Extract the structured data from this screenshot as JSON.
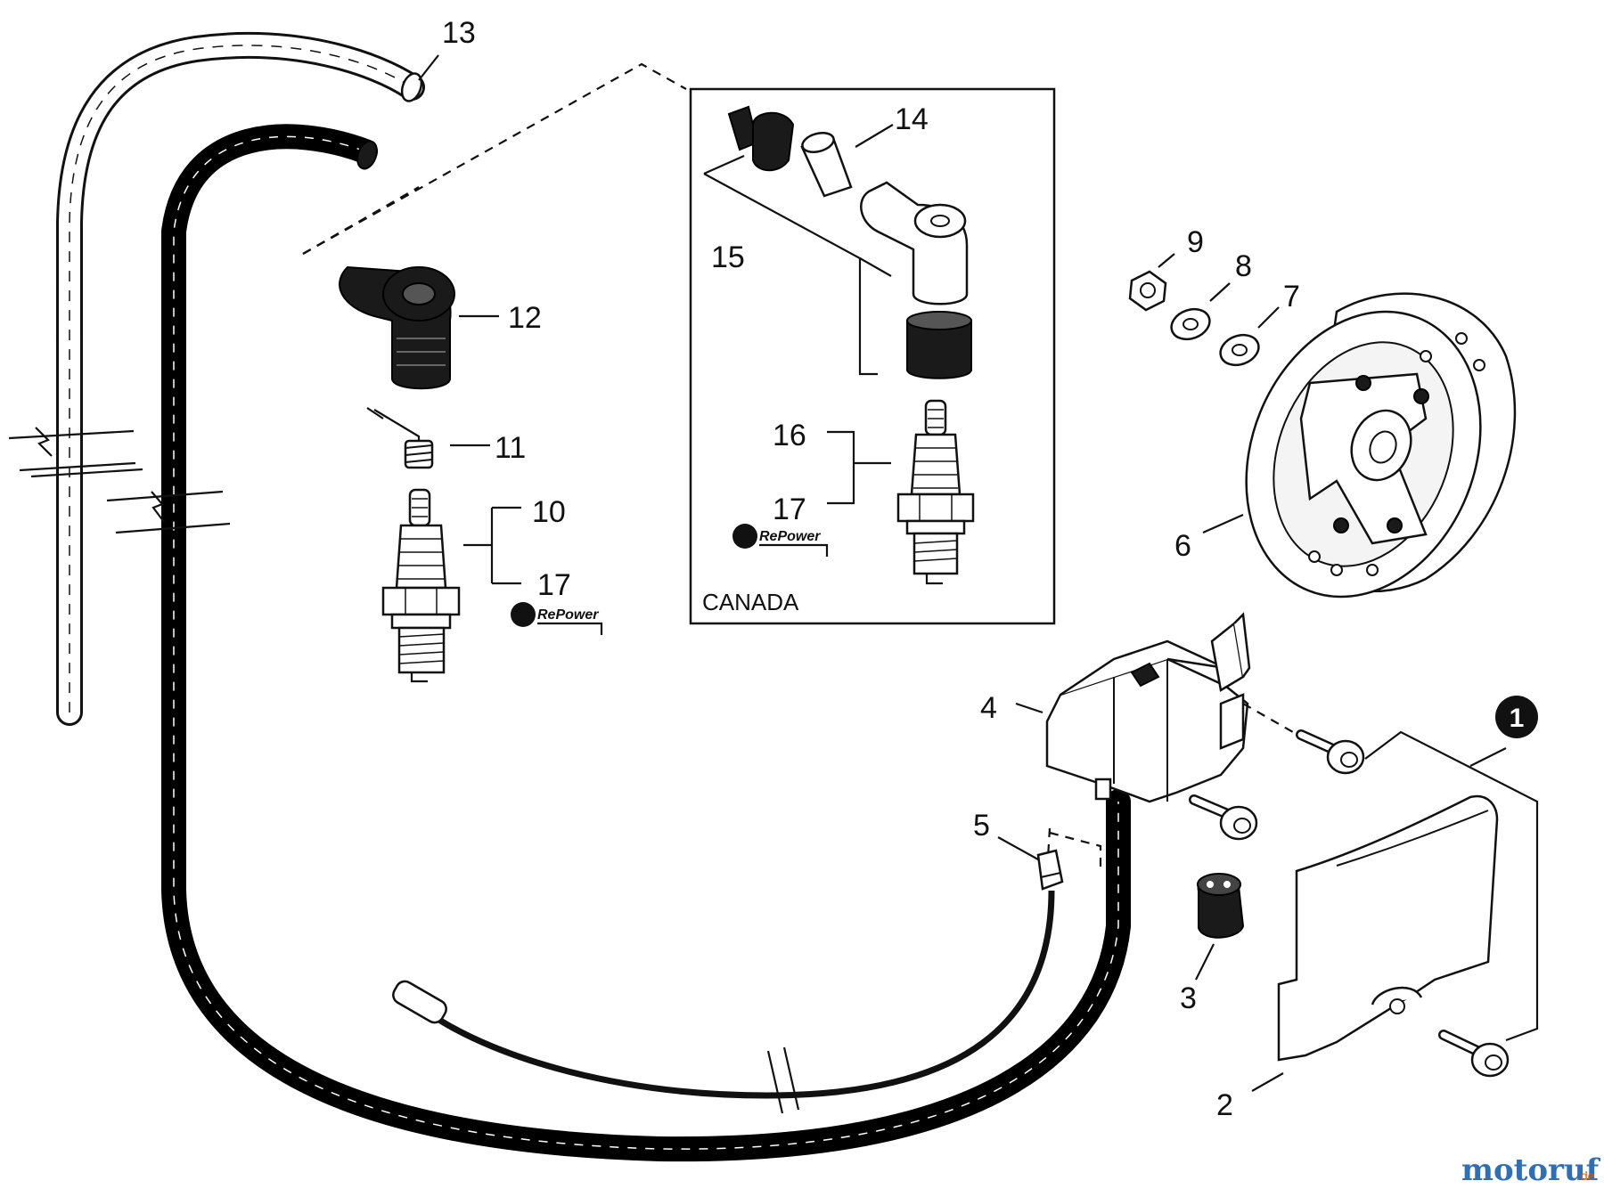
{
  "labels": {
    "p1": "1",
    "p2": "2",
    "p3": "3",
    "p4": "4",
    "p5": "5",
    "p6": "6",
    "p7": "7",
    "p8": "8",
    "p9": "9",
    "p10": "10",
    "p11": "11",
    "p12": "12",
    "p13": "13",
    "p14": "14",
    "p15": "15",
    "p16": "16",
    "p17a": "17",
    "p17b": "17"
  },
  "inset": {
    "region_label": "CANADA"
  },
  "repower": {
    "logo_text_1": "RePower",
    "logo_text_2": "RePower"
  },
  "watermark": {
    "main": "motoruf",
    "tld": ".de"
  },
  "colors": {
    "ink": "#111111",
    "watermark_blue": "#2f6fb5",
    "watermark_orange": "#d65b1a"
  }
}
